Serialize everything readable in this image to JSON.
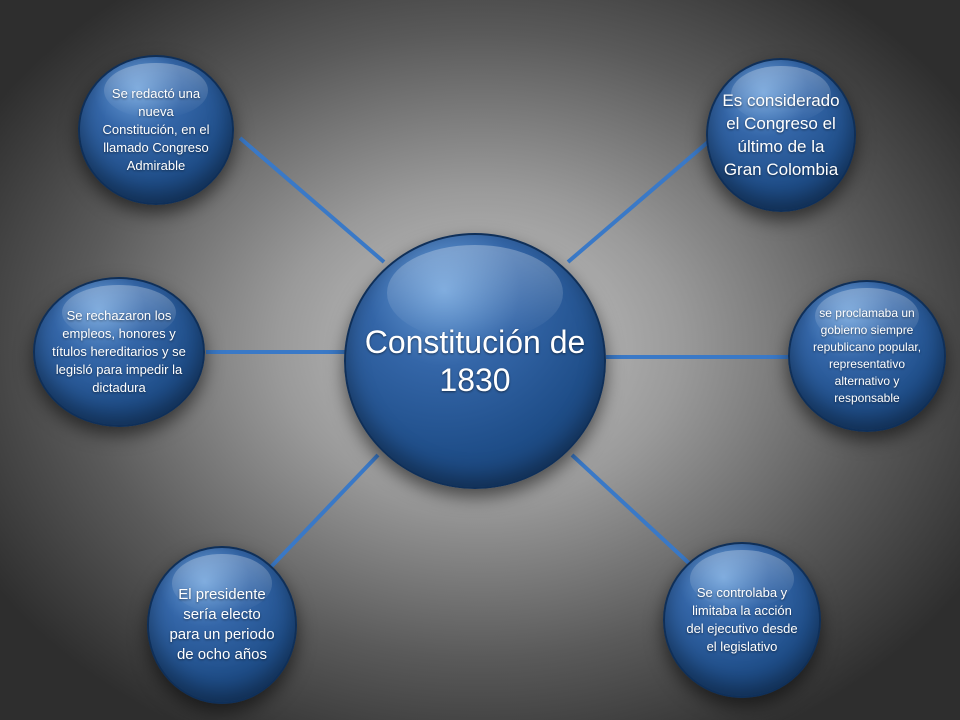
{
  "center": {
    "text": "Constitución de 1830"
  },
  "nodes": {
    "top_left": {
      "text": "Se redactó una nueva Constitución, en el llamado Congreso Admirable"
    },
    "top_right": {
      "text": "Es considerado el Congreso el último de la Gran Colombia"
    },
    "mid_left": {
      "text": "Se rechazaron los empleos, honores y títulos hereditarios y se legisló para impedir la dictadura"
    },
    "mid_right": {
      "text": "se proclamaba un gobierno siempre republicano popular, representativo alternativo y responsable"
    },
    "bottom_left": {
      "text": "El presidente sería electo para un periodo de ocho años"
    },
    "bottom_right": {
      "text": "Se controlaba y limitaba la acción del ejecutivo desde el legislativo"
    }
  },
  "colors": {
    "connector": "#3a79c7",
    "node_fill": "#2a5b9c",
    "text": "#ffffff"
  }
}
